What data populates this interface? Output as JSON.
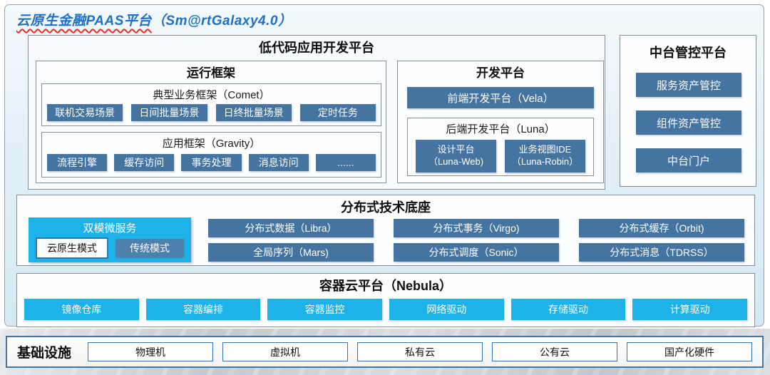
{
  "header": {
    "title_main": "云原生金融PAAS平台",
    "title_suffix": "（Sm@rtGalaxy4.0）"
  },
  "low_code": {
    "title": "低代码应用开发平台",
    "runtime": {
      "title": "运行框架",
      "comet": {
        "title": "典型业务框架（Comet）",
        "items": [
          "联机交易场景",
          "日间批量场景",
          "日终批量场景",
          "定时任务"
        ]
      },
      "gravity": {
        "title": "应用框架（Gravity）",
        "items": [
          "流程引擎",
          "缓存访问",
          "事务处理",
          "消息访问",
          "......"
        ]
      }
    },
    "dev": {
      "title": "开发平台",
      "vela_label": "前端开发平台（Vela）",
      "luna": {
        "title": "后端开发平台（Luna）",
        "items": [
          {
            "line1": "设计平台",
            "line2": "（Luna-Web)"
          },
          {
            "line1": "业务视图IDE",
            "line2": "（Luna-Robin）"
          }
        ]
      }
    }
  },
  "mid_platform": {
    "title": "中台管控平台",
    "items": [
      "服务资产管控",
      "组件资产管控",
      "中台门户"
    ]
  },
  "distributed": {
    "title": "分布式技术底座",
    "dual_mode": {
      "title": "双模微服务",
      "cloud_native_label": "云原生模式",
      "traditional_label": "传统模式"
    },
    "items": [
      "分布式数据（Libra）",
      "分布式事务（Virgo)",
      "分布式缓存（Orbit)",
      "全局序列（Mars)",
      "分布式调度（Sonic）",
      "分布式消息（TDRSS）"
    ]
  },
  "container_cloud": {
    "title": "容器云平台（Nebula）",
    "items": [
      "镜像仓库",
      "容器编排",
      "容器监控",
      "网络驱动",
      "存储驱动",
      "计算驱动"
    ]
  },
  "infrastructure": {
    "title": "基础设施",
    "items": [
      "物理机",
      "虚拟机",
      "私有云",
      "公有云",
      "国产化硬件"
    ]
  },
  "colors": {
    "accent_steel_blue": "#44749f",
    "accent_cyan": "#1db3e8",
    "title_blue": "#1e6fc5",
    "underline_red": "#e23027",
    "border_blue": "#2e75b6"
  }
}
